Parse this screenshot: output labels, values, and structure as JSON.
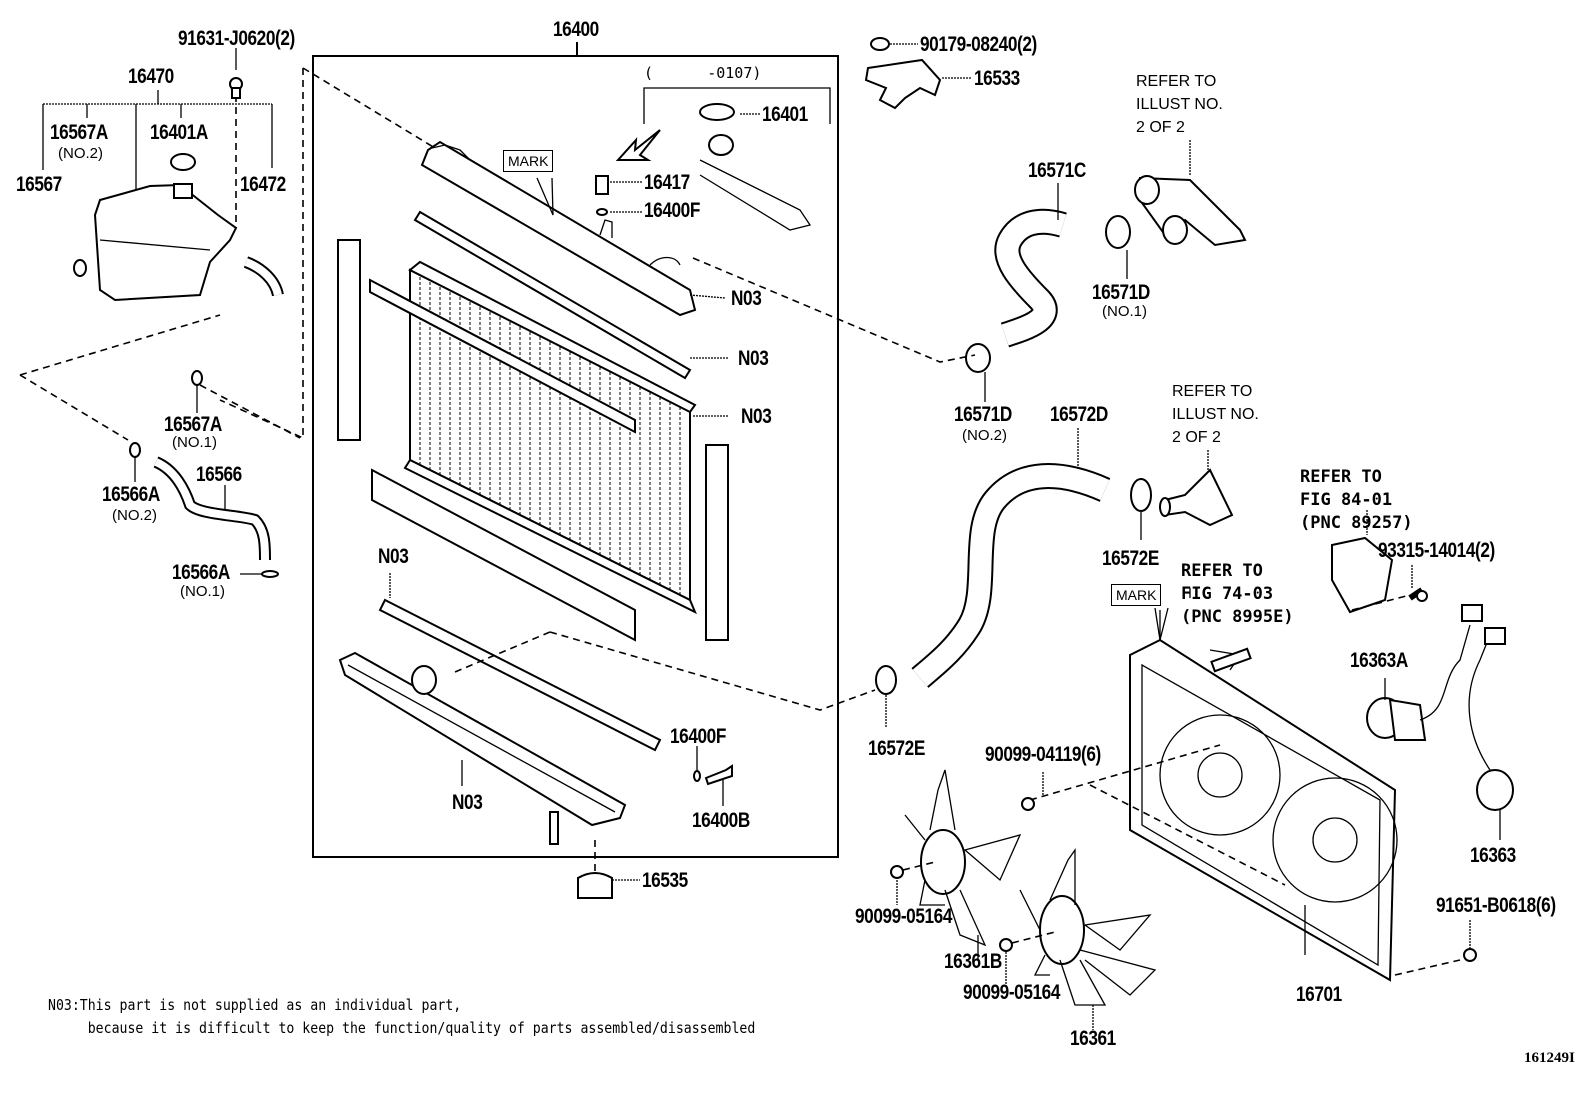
{
  "diagram": {
    "title_group": "16400",
    "illustration_code": "161249I",
    "labels": {
      "p91631": "91631-J0620(2)",
      "p16470": "16470",
      "p16567A_top": "16567A",
      "p16567A_top_sub": "(NO.2)",
      "p16401A": "16401A",
      "p16567": "16567",
      "p16472": "16472",
      "p16567A_bot": "16567A",
      "p16567A_bot_sub": "(NO.1)",
      "p16566A_top": "16566A",
      "p16566A_top_sub": "(NO.2)",
      "p16566": "16566",
      "p16566A_bot": "16566A",
      "p16566A_bot_sub": "(NO.1)",
      "p16400": "16400",
      "date_range": "(      -0107)",
      "p16401": "16401",
      "mark_top": "MARK",
      "p16417": "16417",
      "p16400F_top": "16400F",
      "n03_a": "N03",
      "n03_b": "N03",
      "n03_c": "N03",
      "n03_d": "N03",
      "n03_e": "N03",
      "p16400F_bot": "16400F",
      "p16400B": "16400B",
      "p16535": "16535",
      "p90179": "90179-08240(2)",
      "p16533": "16533",
      "ref_illust_1": "REFER TO\nILLUST NO.\n2 OF 2",
      "p16571C": "16571C",
      "p16571D_no1": "16571D",
      "p16571D_no1_sub": "(NO.1)",
      "p16571D_no2": "16571D",
      "p16571D_no2_sub": "(NO.2)",
      "p16572D": "16572D",
      "ref_illust_2": "REFER TO\nILLUST NO.\n2 OF 2",
      "p16572E_top": "16572E",
      "ref_fig84": "REFER TO\nFIG 84-01\n(PNC 89257)",
      "p93315": "93315-14014(2)",
      "mark_shroud": "MARK",
      "ref_fig74": "REFER TO\nFIG 74-03\n(PNC 8995E)",
      "p16363A": "16363A",
      "p16572E_bot": "16572E",
      "p90099_04119": "90099-04119(6)",
      "p16363": "16363",
      "p90099_05164_a": "90099-05164",
      "p16361B": "16361B",
      "p90099_05164_b": "90099-05164",
      "p16361": "16361",
      "p91651": "91651-B0618(6)",
      "p16701": "16701"
    },
    "footnote": {
      "line1": "N03:This part is not supplied as an individual part,",
      "line2": "     because it is difficult to keep the function/quality of parts assembled/disassembled"
    }
  }
}
